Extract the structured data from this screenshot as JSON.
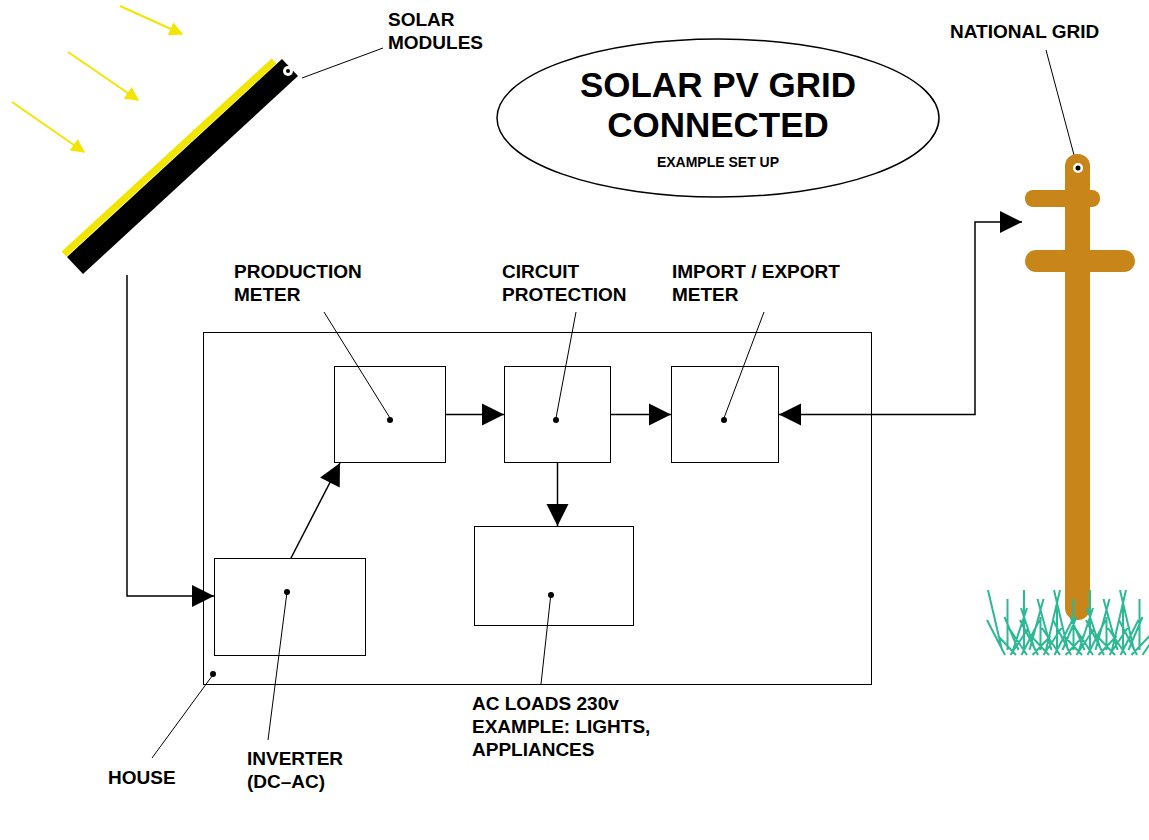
{
  "diagram": {
    "nodes": [
      {
        "text": [
          "SOLAR PV GRID CONNECTED",
          "EXAMPLE SET UP"
        ]
      },
      {
        "text": [
          "SOLAR MODULES"
        ]
      },
      {
        "text": [
          "HOUSE"
        ]
      },
      {
        "text": [
          "PRODUCTION METER"
        ],
        "in": 2
      },
      {
        "text": [
          "CIRCUIT PROTECTION"
        ],
        "in": 2
      },
      {
        "text": [
          "IMPORT / EXPORT METER"
        ],
        "in": 2
      },
      {
        "text": [
          "INVERTER (DC–AC)"
        ],
        "in": 2
      },
      {
        "text": [
          "AC LOADS 230v EXAMPLE: LIGHTS, APPLIANCES"
        ],
        "in": 2
      },
      {
        "text": [
          "NATIONAL GRID"
        ]
      }
    ],
    "edges": [
      {
        "from": 1,
        "to": 6,
        "arrow": "to"
      },
      {
        "from": 6,
        "to": 3,
        "arrow": "to"
      },
      {
        "from": 3,
        "to": 4,
        "arrow": "to"
      },
      {
        "from": 4,
        "to": 5,
        "arrow": "to"
      },
      {
        "from": 4,
        "to": 7,
        "arrow": "to"
      },
      {
        "from": 5,
        "to": 8,
        "arrow": "both"
      }
    ]
  }
}
